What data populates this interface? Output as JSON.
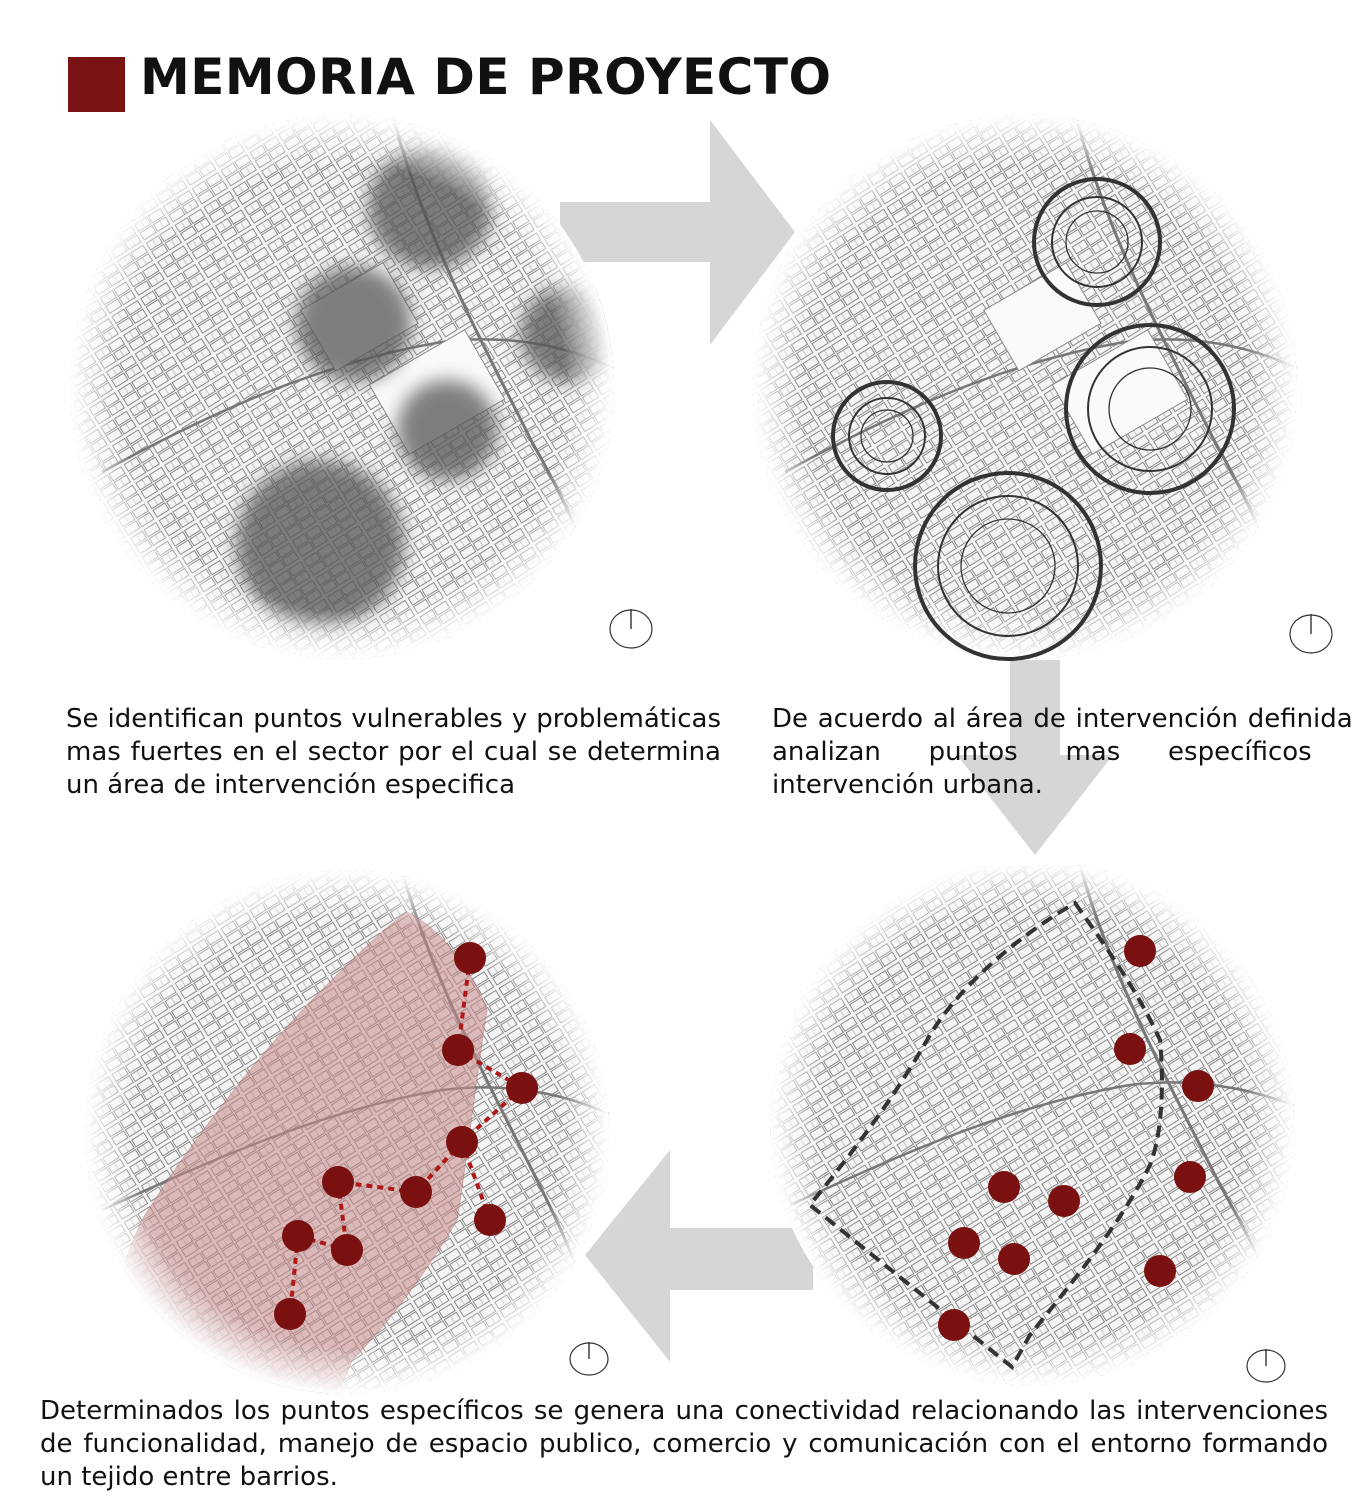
{
  "header": {
    "title": "MEMORIA DE PROYECTO",
    "accent_color": "#7a1414"
  },
  "panels": [
    {
      "id": "vulnerable-points",
      "overlay": "gray blurred zones",
      "caption": "Se identifican puntos vulnerables y problemáticas mas fuertes en el sector por el cual se determina un área de intervención especifica"
    },
    {
      "id": "specific-points",
      "overlay": "concentric dark rings",
      "caption": "De acuerdo al área de intervención definida se analizan puntos mas específicos de intervención urbana."
    },
    {
      "id": "intervention-area",
      "overlay": "dashed boundary with red points",
      "caption": ""
    },
    {
      "id": "connectivity",
      "overlay": "red shaded area with connected red points",
      "caption": "Determinados los puntos específicos se genera una conectividad relacionando las intervenciones de funcionalidad, manejo de espacio publico, comercio y comunicación con el entorno formando un tejido entre barrios."
    }
  ],
  "colors": {
    "point_red": "#7a1010",
    "area_red": "#c98a8a",
    "arrow_gray": "#cfcfcf",
    "map_line": "#8a8a8a"
  },
  "icons": {
    "north_arrow": "north-arrow-icon",
    "flow_arrows": "arrow-right-icon, arrow-down-icon, arrow-left-icon"
  }
}
